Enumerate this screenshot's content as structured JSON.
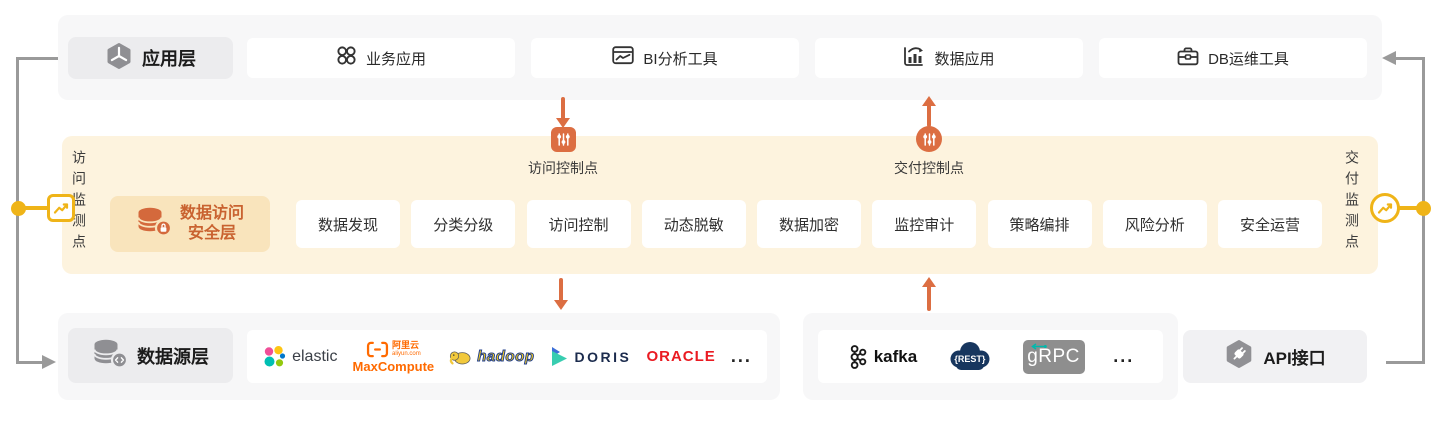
{
  "colors": {
    "orange": "#DC6E42",
    "yellow": "#EFB418",
    "cream_band": "#FDF3DE",
    "cream_chip": "#F9E4BC",
    "gray_line": "#9A9A9A",
    "panel_gray": "#F7F7F8",
    "oracle_red": "#EA1B22",
    "maxcompute_orange": "#FF6A00"
  },
  "top_layer": {
    "label": "应用层",
    "items": [
      {
        "label": "业务应用",
        "icon": "app-grid-icon"
      },
      {
        "label": "BI分析工具",
        "icon": "bi-chart-window-icon"
      },
      {
        "label": "数据应用",
        "icon": "bar-chart-arrow-icon"
      },
      {
        "label": "DB运维工具",
        "icon": "toolbox-icon"
      }
    ]
  },
  "security_layer": {
    "title_line1": "数据访问",
    "title_line2": "安全层",
    "left_monitor": "访问监测点",
    "right_monitor": "交付监测点",
    "access_control_label": "访问控制点",
    "delivery_control_label": "交付控制点",
    "modules": [
      "数据发现",
      "分类分级",
      "访问控制",
      "动态脱敏",
      "数据加密",
      "监控审计",
      "策略编排",
      "风险分析",
      "安全运营"
    ]
  },
  "source_layer": {
    "label": "数据源层",
    "logos": {
      "elastic": "elastic",
      "alibaba_brand": "阿里云",
      "alibaba_domain": "aliyun.com",
      "maxcompute": "MaxCompute",
      "hadoop": "hadoop",
      "doris": "DORIS",
      "oracle": "ORACLE",
      "more": "..."
    },
    "middleware": {
      "kafka": "kafka",
      "rest": "{REST}",
      "grpc": "gRPC",
      "more": "..."
    },
    "api_label": "API接口"
  }
}
